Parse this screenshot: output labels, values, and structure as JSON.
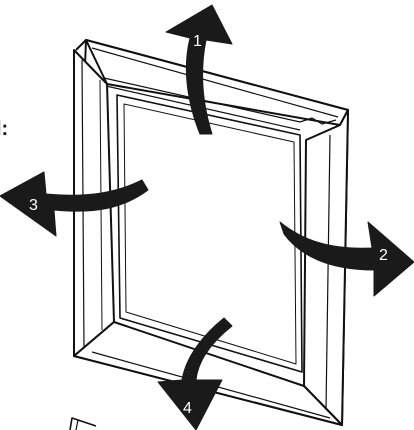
{
  "diagram": {
    "partial_label": "l:",
    "arrows": [
      {
        "number": "1",
        "icon": "curved-arrow-up-icon"
      },
      {
        "number": "2",
        "icon": "curved-arrow-right-icon"
      },
      {
        "number": "3",
        "icon": "curved-arrow-left-icon"
      },
      {
        "number": "4",
        "icon": "curved-arrow-down-icon"
      }
    ],
    "colors": {
      "line": "#111111",
      "arrow_fill": "#1a1a1a",
      "number_text": "#ffffff",
      "background": "#ffffff"
    }
  }
}
